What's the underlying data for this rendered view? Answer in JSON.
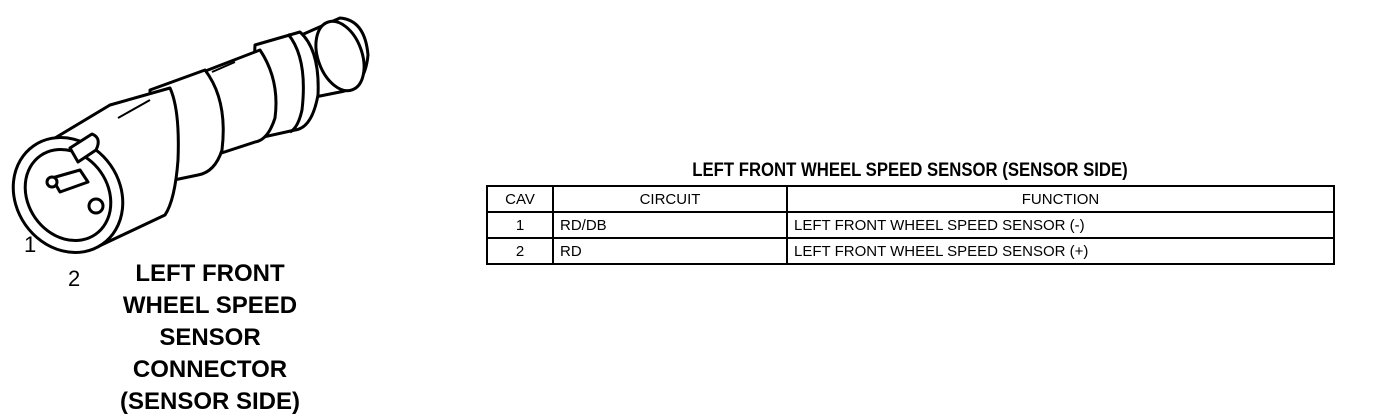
{
  "diagram": {
    "pin_labels": [
      "1",
      "2"
    ],
    "caption_lines": [
      "LEFT FRONT",
      "WHEEL SPEED",
      "SENSOR",
      "CONNECTOR",
      "(SENSOR SIDE)"
    ]
  },
  "table": {
    "title": "LEFT FRONT WHEEL SPEED SENSOR (SENSOR SIDE)",
    "headers": [
      "CAV",
      "CIRCUIT",
      "FUNCTION"
    ],
    "rows": [
      [
        "1",
        "RD/DB",
        "LEFT FRONT WHEEL SPEED SENSOR (-)"
      ],
      [
        "2",
        "RD",
        "LEFT FRONT WHEEL SPEED SENSOR (+)"
      ]
    ]
  }
}
